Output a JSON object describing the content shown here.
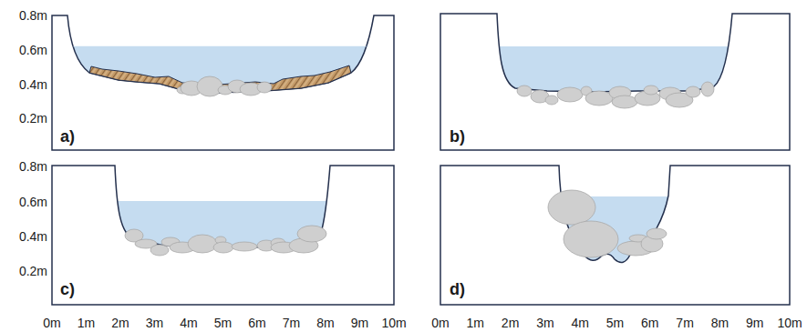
{
  "diagram": {
    "labels": [
      "0.8m",
      "0.6m",
      "0.4m",
      "0.2m",
      "a)",
      "b)",
      "0.8m",
      "0.6m",
      "0.4m",
      "0.2m",
      "c)",
      "d)",
      "0m",
      "1m",
      "2m",
      "3m",
      "4m",
      "5m",
      "6m",
      "7m",
      "8m",
      "9m",
      "10m",
      "0m",
      "1m",
      "2m",
      "3m",
      "4m",
      "5m",
      "6m",
      "7m",
      "8m",
      "9m",
      "10m"
    ]
  }
}
